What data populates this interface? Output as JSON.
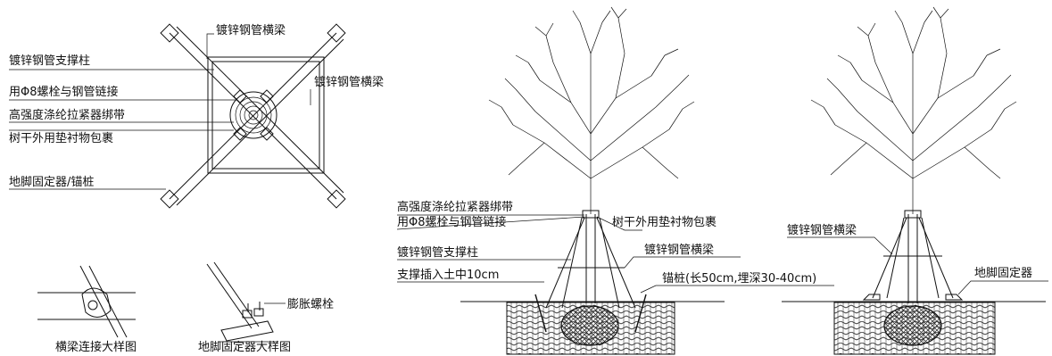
{
  "plan_view": {
    "beam_top": "镀锌钢管横梁",
    "brace_post": "镀锌钢管支撑柱",
    "bolt_link": "用Φ8螺栓与钢管链接",
    "strap": "高强度涤纶拉紧器绑带",
    "wrap": "树干外用垫衬物包裹",
    "beam_right": "镀锌钢管横梁",
    "anchor": "地脚固定器/锚桩"
  },
  "details": {
    "beam_joint_title": "横梁连接大样图",
    "anchor_detail_title": "地脚固定器大样图",
    "expansion_bolt": "膨胀螺栓"
  },
  "elevation_a": {
    "strap": "高强度涤纶拉紧器绑带",
    "bolt_link": "用Φ8螺栓与钢管链接",
    "wrap": "树干外用垫衬物包裹",
    "brace_post": "镀锌钢管支撑柱",
    "beam": "镀锌钢管横梁",
    "insert_depth": "支撑插入土中10cm",
    "stake": "锚桩(长50cm,埋深30-40cm)"
  },
  "elevation_b": {
    "beam": "镀锌钢管横梁",
    "anchor": "地脚固定器"
  }
}
